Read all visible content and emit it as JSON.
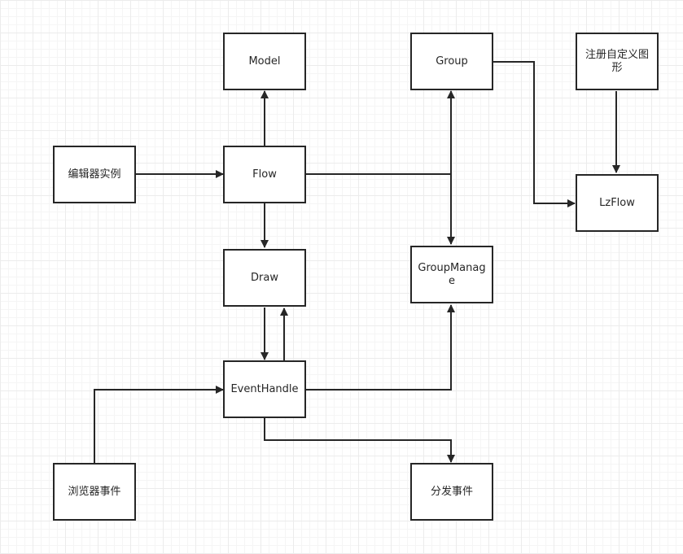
{
  "nodes": {
    "model": "Model",
    "group": "Group",
    "register": "注册自定义图形",
    "editor": "编辑器实例",
    "flow": "Flow",
    "lzflow": "LzFlow",
    "draw": "Draw",
    "groupmanage": "GroupManage",
    "eventhandle": "EventHandle",
    "browser": "浏览器事件",
    "dispatch": "分发事件"
  }
}
